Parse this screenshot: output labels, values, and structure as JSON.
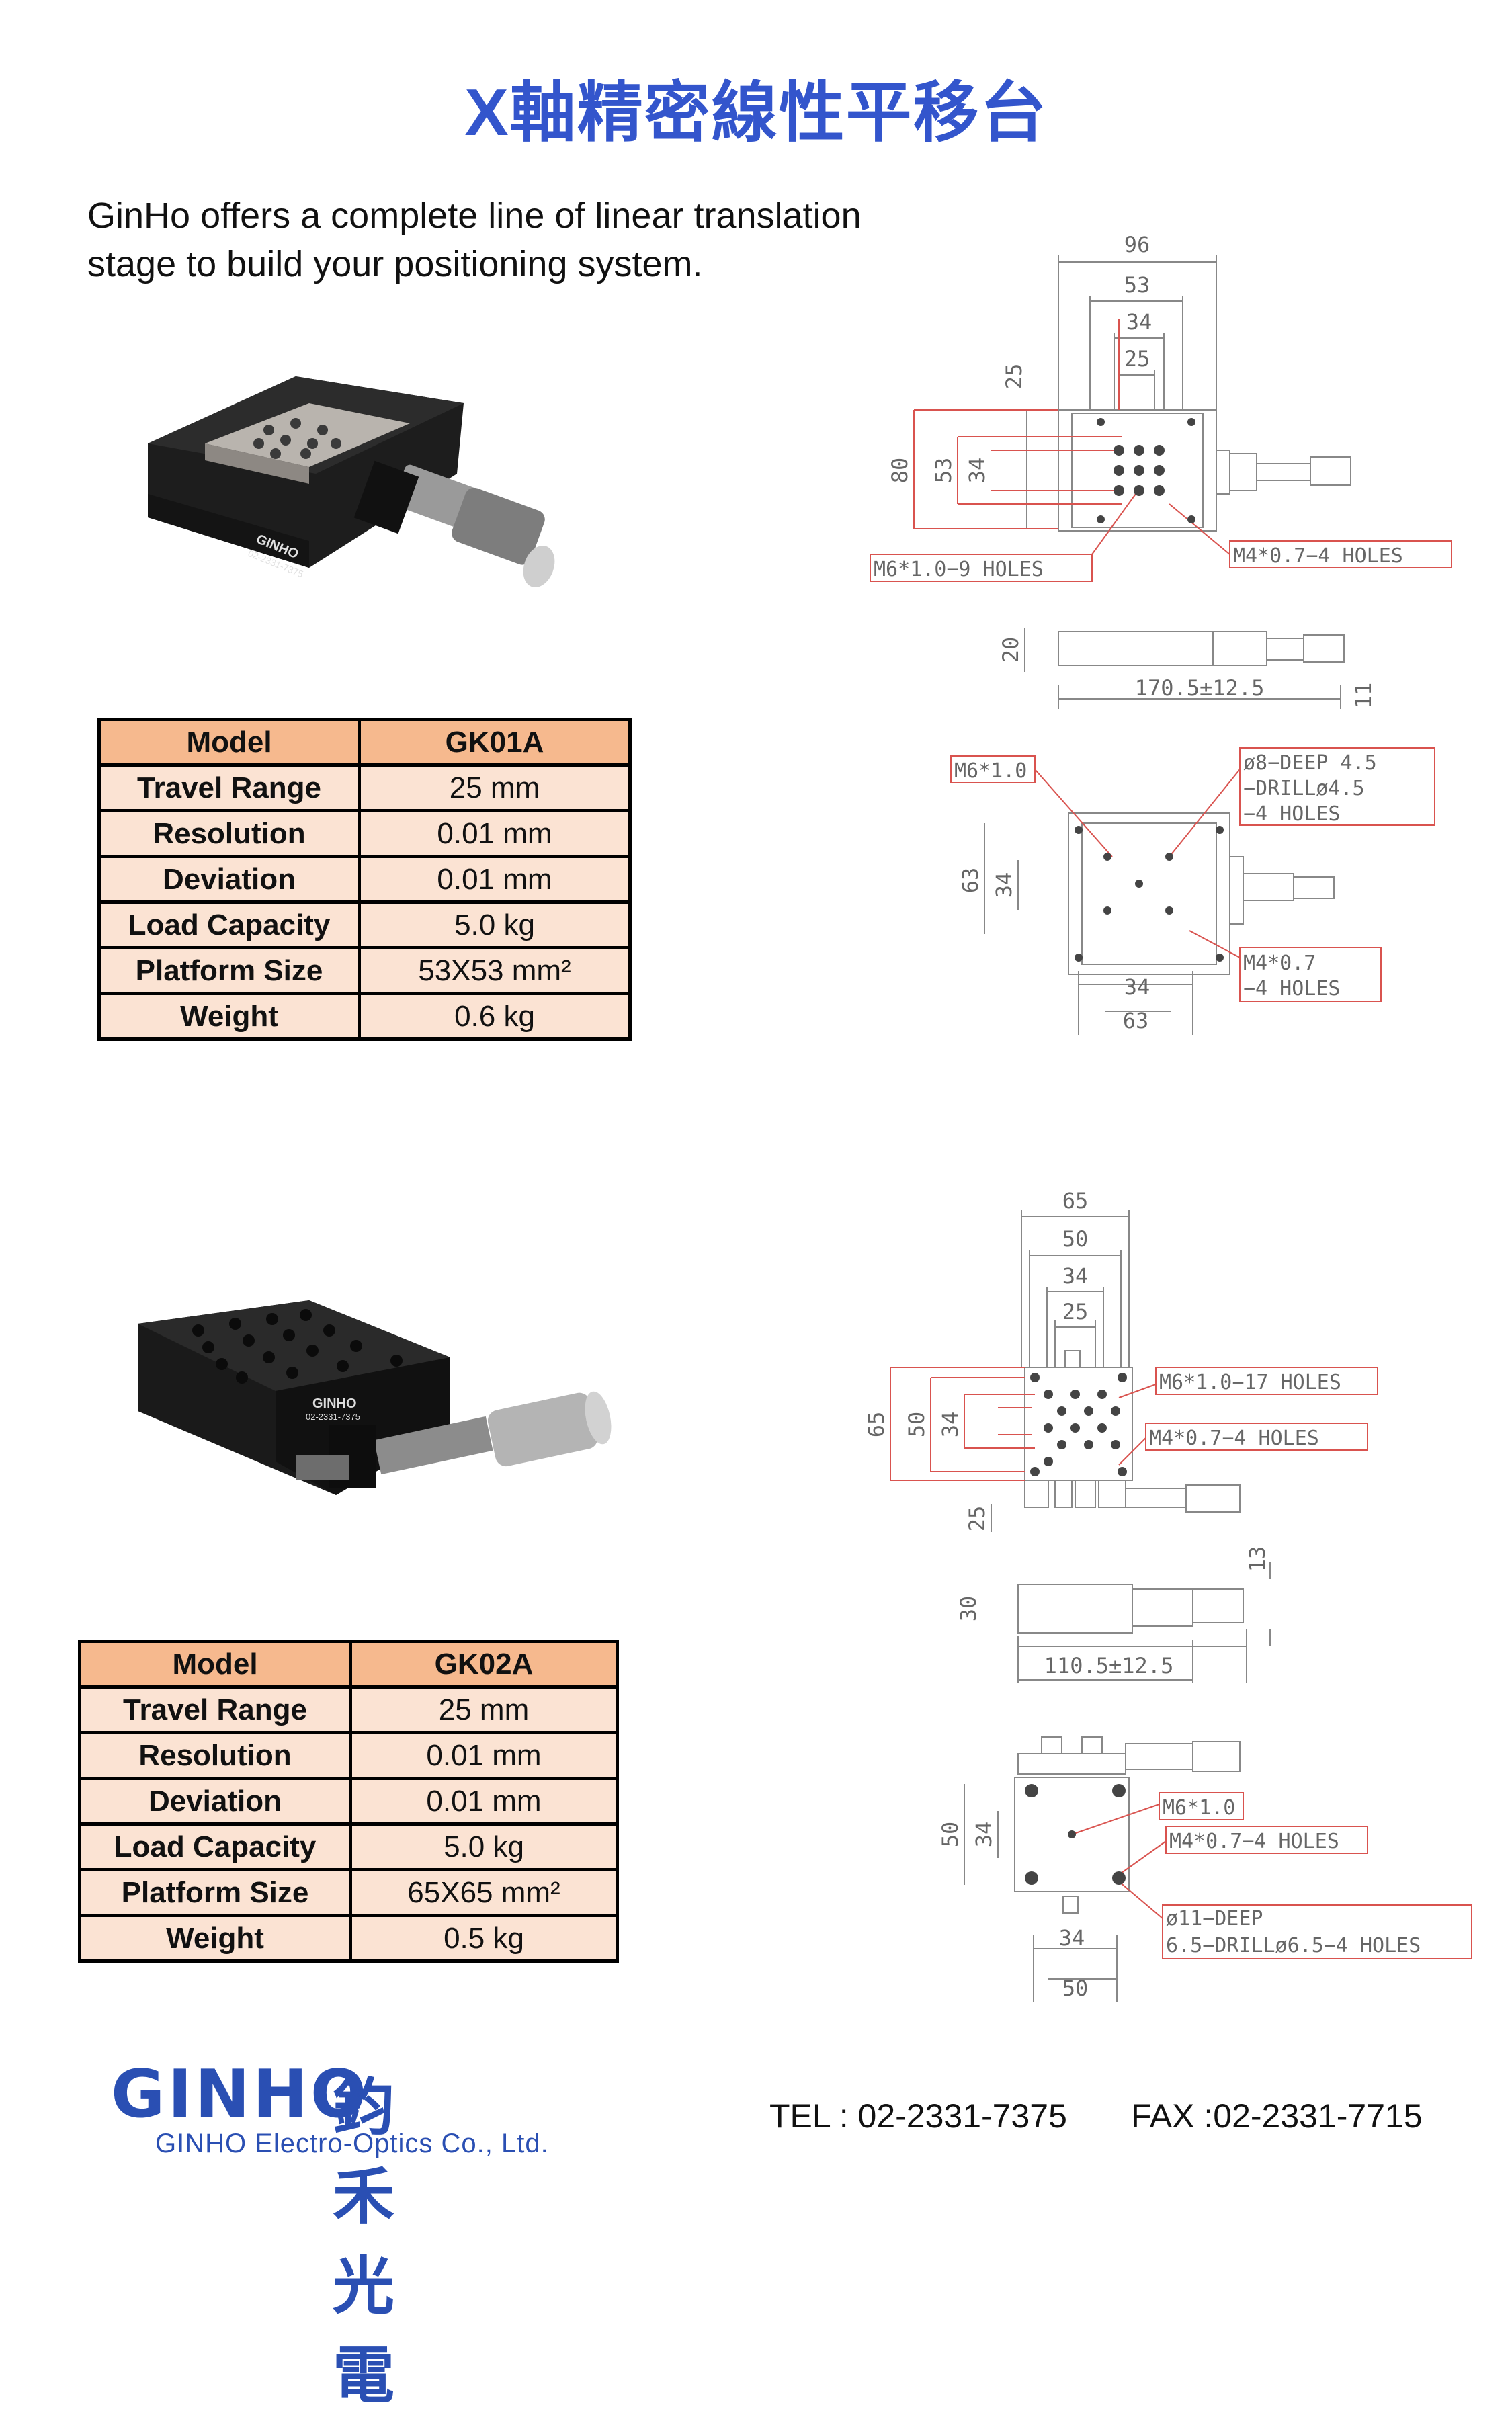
{
  "page": {
    "title": "X軸精密線性平移台",
    "intro": "GinHo offers a complete line of linear translation stage to build your positioning system."
  },
  "products": [
    {
      "photo_brand": "GINHO",
      "photo_phone": "02-2331-7375",
      "table": {
        "header": [
          "Model",
          "GK01A"
        ],
        "rows": [
          [
            "Travel Range",
            "25 mm"
          ],
          [
            "Resolution",
            "0.01 mm"
          ],
          [
            "Deviation",
            "0.01 mm"
          ],
          [
            "Load Capacity",
            "5.0 kg"
          ],
          [
            "Platform Size",
            "53X53 mm²"
          ],
          [
            "Weight",
            "0.6 kg"
          ]
        ]
      },
      "drawing": {
        "top_dims": [
          "96",
          "53",
          "34",
          "25"
        ],
        "left_dims": [
          "80",
          "53",
          "34",
          "25"
        ],
        "callouts": [
          "M6*1.0−9 HOLES",
          "M4*0.7−4 HOLES"
        ],
        "side_dims": [
          "20",
          "170.5±12.5",
          "11"
        ],
        "bottom_callouts": [
          "M6*1.0",
          "ø8−DEEP 4.5",
          "−DRILLø4.5",
          "−4 HOLES",
          "M4*0.7",
          "−4 HOLES"
        ],
        "bottom_dims": [
          "63",
          "34",
          "34",
          "63"
        ]
      }
    },
    {
      "photo_brand": "GINHO",
      "photo_phone": "02-2331-7375",
      "table": {
        "header": [
          "Model",
          "GK02A"
        ],
        "rows": [
          [
            "Travel Range",
            "25 mm"
          ],
          [
            "Resolution",
            "0.01 mm"
          ],
          [
            "Deviation",
            "0.01 mm"
          ],
          [
            "Load Capacity",
            "5.0 kg"
          ],
          [
            "Platform Size",
            "65X65 mm²"
          ],
          [
            "Weight",
            "0.5 kg"
          ]
        ]
      },
      "drawing": {
        "top_dims": [
          "65",
          "50",
          "34",
          "25"
        ],
        "left_dims": [
          "65",
          "50",
          "34",
          "25"
        ],
        "callouts": [
          "M6*1.0−17 HOLES",
          "M4*0.7−4 HOLES"
        ],
        "side_dims": [
          "30",
          "110.5±12.5",
          "13"
        ],
        "bottom_callouts": [
          "M6*1.0",
          "M4*0.7−4 HOLES",
          "ø11−DEEP",
          "6.5−DRILLø6.5−4 HOLES"
        ],
        "bottom_dims": [
          "50",
          "34",
          "34",
          "50"
        ]
      }
    }
  ],
  "footer": {
    "logo_word": "GINHO",
    "logo_cn": "鈞禾光電",
    "company": "GINHO Electro-Optics Co., Ltd.",
    "tel": "TEL : 02-2331-7375",
    "fax": "FAX :02-2331-7715"
  },
  "colors": {
    "title": "#3355cc",
    "table_header": "#f6b98e",
    "table_row": "#fbe3d3",
    "callout": "#d9534f",
    "logo": "#2a4fb3"
  }
}
